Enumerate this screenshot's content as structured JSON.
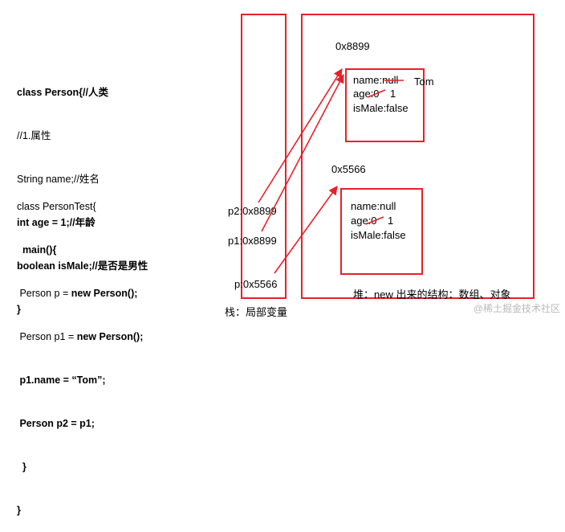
{
  "code_person": {
    "line1": "class Person{//人类",
    "line2": "//1.属性",
    "line3": "String name;//姓名",
    "line4": "int age = 1;//年龄",
    "line5": "boolean isMale;//是否是男性",
    "line6": "}"
  },
  "code_test": {
    "line1": "class PersonTest{",
    "line2": "  main(){",
    "line3_pre": " Person p = ",
    "line3_bold": "new Person();",
    "line4_pre": " Person p1 = ",
    "line4_bold": "new Person();",
    "line5": " p1.name = “Tom”;",
    "line6": " Person p2 = p1;",
    "line7": "  }",
    "line8": "}"
  },
  "stack": {
    "label": "栈：局部变量",
    "vars": [
      "p2:0x8899",
      "p1:0x8899",
      "p:0x5566"
    ]
  },
  "heap": {
    "label": "堆：new 出来的结构：数组、对象",
    "objects": [
      {
        "address": "0x8899",
        "name_field": "name:null",
        "name_new": "Tom",
        "age_field": "age:0",
        "age_new": "1",
        "male_field": "isMale:false"
      },
      {
        "address": "0x5566",
        "name_field": "name:null",
        "age_field": "age:0",
        "age_new": "1",
        "male_field": "isMale:false"
      }
    ]
  },
  "watermark": "@稀土掘金技术社区",
  "colors": {
    "accent": "#e8202a"
  }
}
